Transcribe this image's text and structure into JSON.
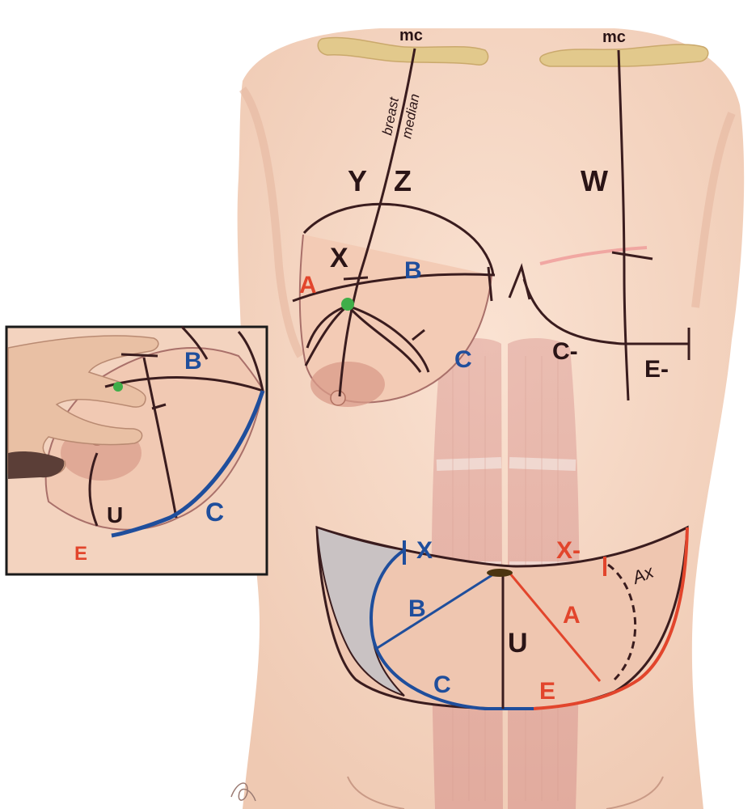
{
  "colors": {
    "skin": "#f6d6c2",
    "skin_shadow": "#ecbfa6",
    "line_dark": "#3a1c1e",
    "label_dark": "#2a1416",
    "label_blue": "#1f4e9c",
    "label_red": "#e2452c",
    "clavicle": "#e2c98c",
    "muscle": "#d99d92",
    "flap_grey": "#c9c2c3"
  },
  "labels": {
    "mc_left": "mc",
    "mc_right": "mc",
    "breast_median_1": "breast",
    "breast_median_2": "median",
    "y": "Y",
    "z": "Z",
    "w": "W",
    "x_breast": "X",
    "a_breast": "A",
    "b_breast": "B",
    "c_breast": "C",
    "c_minus": "C-",
    "e_minus": "E-",
    "inset_b": "B",
    "inset_u": "U",
    "inset_c": "C",
    "inset_e": "E",
    "flap_x": "X",
    "flap_x_minus": "X-",
    "flap_ax": "Ax",
    "flap_b": "B",
    "flap_a": "A",
    "flap_u": "U",
    "flap_c": "C",
    "flap_e": "E"
  },
  "icons": {
    "hand": "hand-icon",
    "nipple_marker": "green-dot-icon",
    "signature": "signature-icon"
  }
}
